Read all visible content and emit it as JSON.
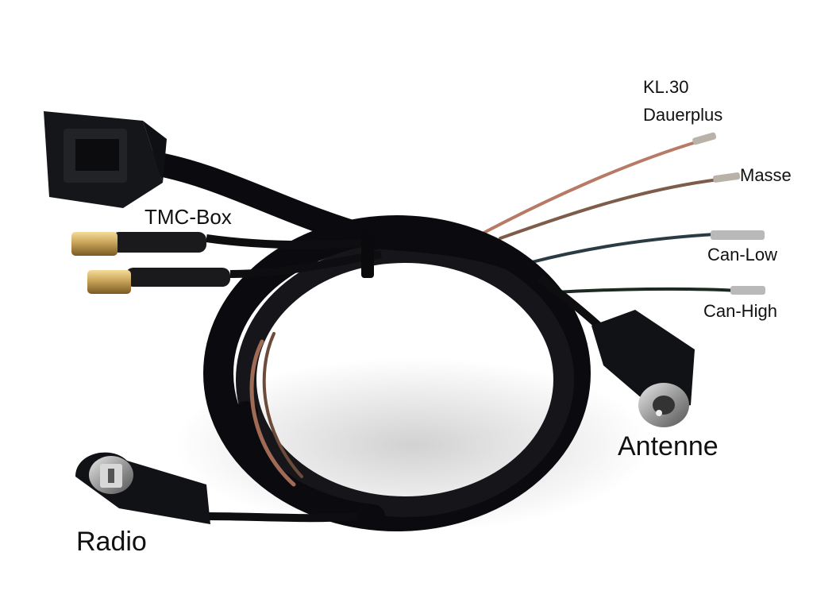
{
  "labels": {
    "kl30_line1": "KL.30",
    "kl30_line2": "Dauerplus",
    "masse": "Masse",
    "can_low": "Can-Low",
    "can_high": "Can-High",
    "tmc_box": "TMC-Box",
    "antenne": "Antenne",
    "radio": "Radio"
  },
  "colors": {
    "background": "#ffffff",
    "cable_sleeve": "#0b0b0f",
    "wire_kl30": "#b77a66",
    "wire_masse": "#7d5c4a",
    "wire_can_low": "#2b3b44",
    "wire_can_high": "#1c2a22",
    "connector_gold": "#c9a45a"
  }
}
